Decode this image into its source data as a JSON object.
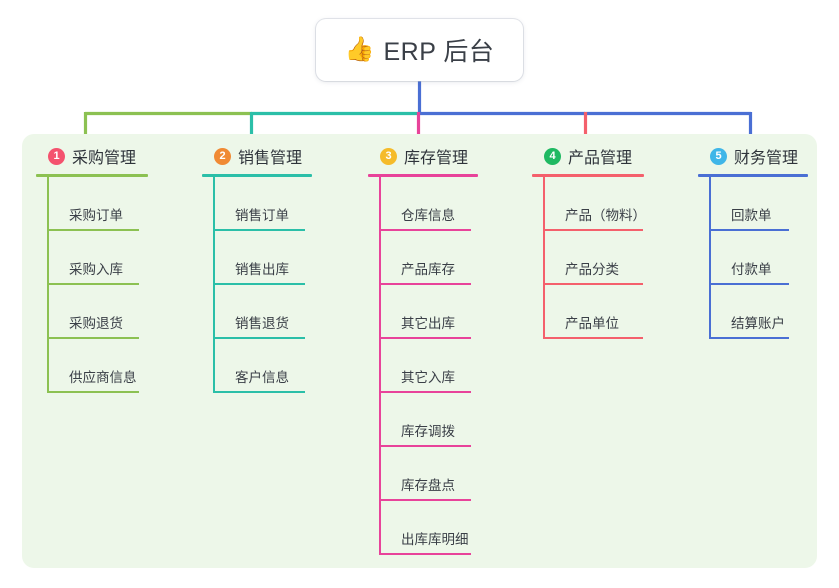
{
  "diagram": {
    "type": "mind-map",
    "root": {
      "icon": "thumbs-up-icon",
      "emoji": "👍",
      "title": "ERP 后台"
    },
    "panel_color": "#edf7e9",
    "branches": [
      {
        "number": "1",
        "title": "采购管理",
        "badge_color": "#f4526e",
        "line_color": "#8cc152",
        "items": [
          {
            "label": "采购订单"
          },
          {
            "label": "采购入库"
          },
          {
            "label": "采购退货"
          },
          {
            "label": "供应商信息"
          }
        ]
      },
      {
        "number": "2",
        "title": "销售管理",
        "badge_color": "#f08a34",
        "line_color": "#2bbfa8",
        "items": [
          {
            "label": "销售订单"
          },
          {
            "label": "销售出库"
          },
          {
            "label": "销售退货"
          },
          {
            "label": "客户信息"
          }
        ]
      },
      {
        "number": "3",
        "title": "库存管理",
        "badge_color": "#f5bb2a",
        "line_color": "#e8439a",
        "items": [
          {
            "label": "仓库信息"
          },
          {
            "label": "产品库存"
          },
          {
            "label": "其它出库"
          },
          {
            "label": "其它入库"
          },
          {
            "label": "库存调拨"
          },
          {
            "label": "库存盘点"
          },
          {
            "label": "出库库明细"
          }
        ]
      },
      {
        "number": "4",
        "title": "产品管理",
        "badge_color": "#1fb962",
        "line_color": "#f4606c",
        "items": [
          {
            "label": "产品（物料）"
          },
          {
            "label": "产品分类"
          },
          {
            "label": "产品单位"
          }
        ]
      },
      {
        "number": "5",
        "title": "财务管理",
        "badge_color": "#3fb6e8",
        "line_color": "#4a6fd4",
        "items": [
          {
            "label": "回款单"
          },
          {
            "label": "付款单"
          },
          {
            "label": "结算账户"
          }
        ]
      }
    ]
  }
}
